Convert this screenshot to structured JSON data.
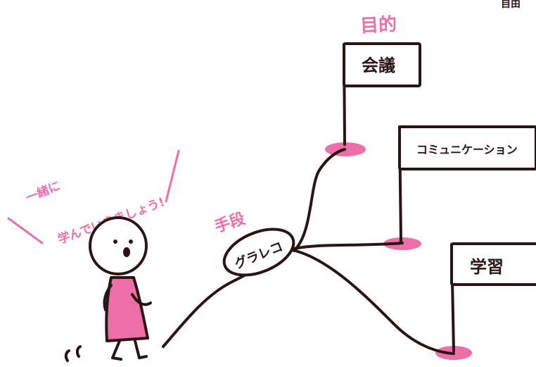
{
  "corner_text": "自由",
  "goal_label": "目的",
  "means_label": "手段",
  "means_bubble": "グラレコ",
  "speech_line1": "一緒に",
  "speech_line2": "学んでいきましょう!",
  "flags": [
    {
      "label": "会議"
    },
    {
      "label": "コミュニケーション"
    },
    {
      "label": "学習"
    }
  ],
  "colors": {
    "pink": "#ee6fa8",
    "ink": "#2a1414"
  }
}
